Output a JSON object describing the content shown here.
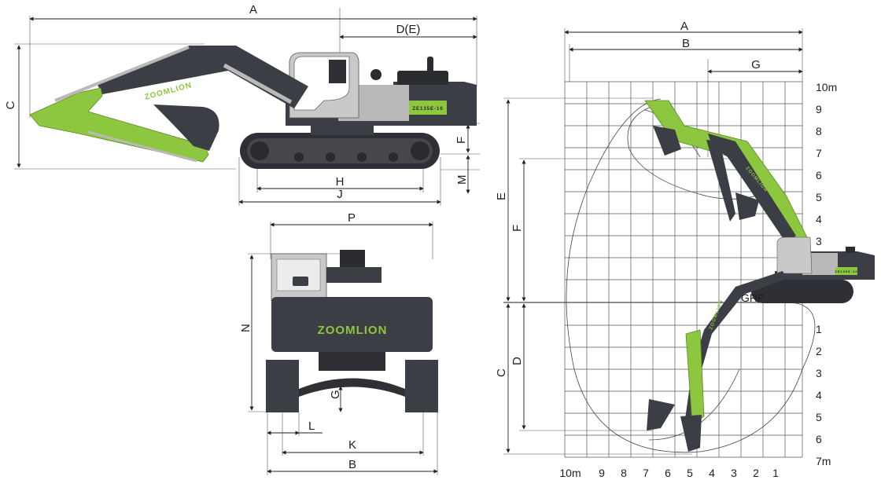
{
  "brand": "ZOOMLION",
  "model_plate": "ZE135E-10",
  "ground_label": "GRP",
  "side_view": {
    "labels": {
      "A": "A",
      "DE": "D(E)",
      "C": "C",
      "F": "F",
      "M": "M",
      "H": "H",
      "J": "J"
    }
  },
  "rear_view": {
    "labels": {
      "P": "P",
      "N": "N",
      "G": "G",
      "L": "L",
      "K": "K",
      "B": "B"
    }
  },
  "range_chart": {
    "top_labels": {
      "A": "A",
      "B": "B",
      "G": "G"
    },
    "left_labels": {
      "E": "E",
      "F": "F",
      "C": "C",
      "D": "D"
    },
    "right_up_ticks": [
      "10m",
      "9",
      "8",
      "7",
      "6",
      "5",
      "4",
      "3"
    ],
    "right_down_ticks": [
      "1",
      "2",
      "3",
      "4",
      "5",
      "6",
      "7m"
    ],
    "bottom_ticks": [
      "10m",
      "9",
      "8",
      "7",
      "6",
      "5",
      "4",
      "3",
      "2",
      "1"
    ]
  },
  "colors": {
    "body": "#3b3e44",
    "accent": "#8dc63f",
    "cab": "#b9b9b9",
    "dark": "#2b2c30"
  }
}
